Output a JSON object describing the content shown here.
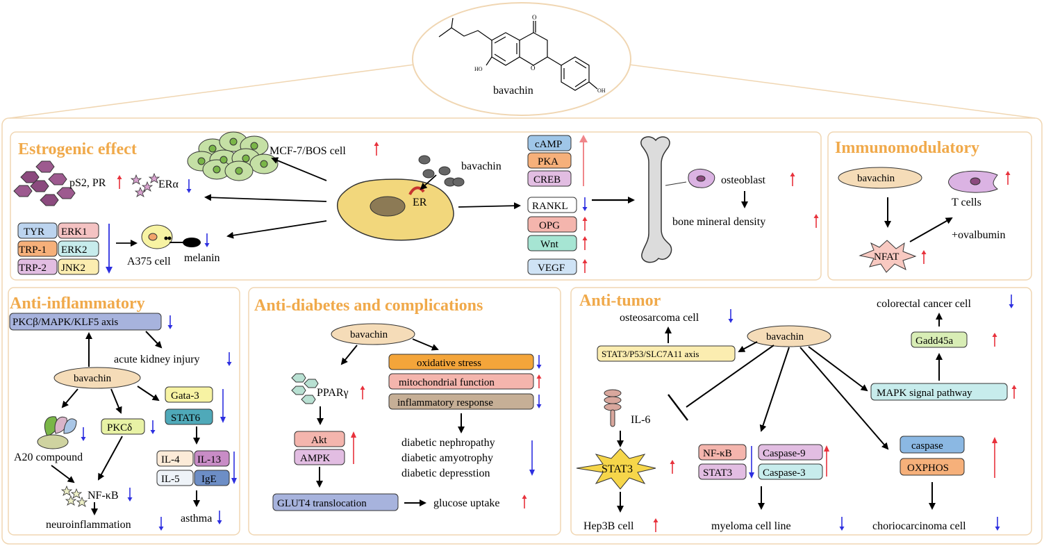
{
  "center": {
    "compound": "bavachin",
    "oh_left": "HO",
    "oh_right": "OH",
    "ketone_o": "O",
    "ring_o": "O"
  },
  "palette": {
    "panel_border": "#f0d6b2",
    "title": "#f0a94a",
    "up_arrow": "#e8323c",
    "down_arrow": "#2d2fe0"
  },
  "estrogenic": {
    "title": "Estrogenic effect",
    "mcf7": "MCF-7/BOS cell",
    "ps2": "pS2, PR",
    "era": "ERα",
    "bavachin": "bavachin",
    "er": "ER",
    "melanin_markers": [
      "TYR",
      "ERK1",
      "TRP-1",
      "ERK2",
      "TRP-2",
      "JNK2"
    ],
    "a375": "A375 cell",
    "melanin": "melanin",
    "signaling_up": [
      "cAMP",
      "PKA",
      "CREB"
    ],
    "bone_markers": [
      "RANKL",
      "OPG",
      "Wnt",
      "VEGF"
    ],
    "osteoblast": "osteoblast",
    "bmd": "bone mineral density"
  },
  "immuno": {
    "title": "Immunomodulatory",
    "bavachin": "bavachin",
    "t_cells": "T cells",
    "ovalbumin": "+ovalbumin",
    "nfat": "NFAT"
  },
  "inflam": {
    "title": "Anti-inflammatory",
    "axis": "PKCβ/MAPK/KLF5 axis",
    "aki": "acute kidney injury",
    "bavachin": "bavachin",
    "a20": "A20 compound",
    "pkcd": "PKCδ",
    "gata3": "Gata-3",
    "stat6": "STAT6",
    "il4": "IL-4",
    "il13": "IL-13",
    "il5": "IL-5",
    "ige": "IgE",
    "nfkb": "NF-κB",
    "asthma": "asthma",
    "neuro": "neuroinflammation"
  },
  "diabetes": {
    "title": "Anti-diabetes and complications",
    "bavachin": "bavachin",
    "ppar": "PPARγ",
    "oxidative": "oxidative stress",
    "mito": "mitochondrial function",
    "inflam_resp": "inflammatory response",
    "akt": "Akt",
    "ampk": "AMPK",
    "complications": [
      "diabetic nephropathy",
      "diabetic amyotrophy",
      "diabetic depresstion"
    ],
    "glut4": "GLUT4 translocation",
    "glucose": "glucose uptake"
  },
  "tumor": {
    "title": "Anti-tumor",
    "colorectal": "colorectal cancer cell",
    "osteosarcoma": "osteosarcoma cell",
    "bavachin": "bavachin",
    "stat3_axis": "STAT3/P53/SLC7A11 axis",
    "gadd45a": "Gadd45a",
    "mapk": "MAPK signal pathway",
    "il6": "IL-6",
    "stat3": "STAT3",
    "nfkb": "NF-κB",
    "stat3b": "STAT3",
    "casp9": "Caspase-9",
    "casp3": "Caspase-3",
    "caspase": "caspase",
    "oxphos": "OXPHOS",
    "hep3b": "Hep3B cell",
    "myeloma": "myeloma cell line",
    "chorio": "choriocarcinoma cell"
  }
}
